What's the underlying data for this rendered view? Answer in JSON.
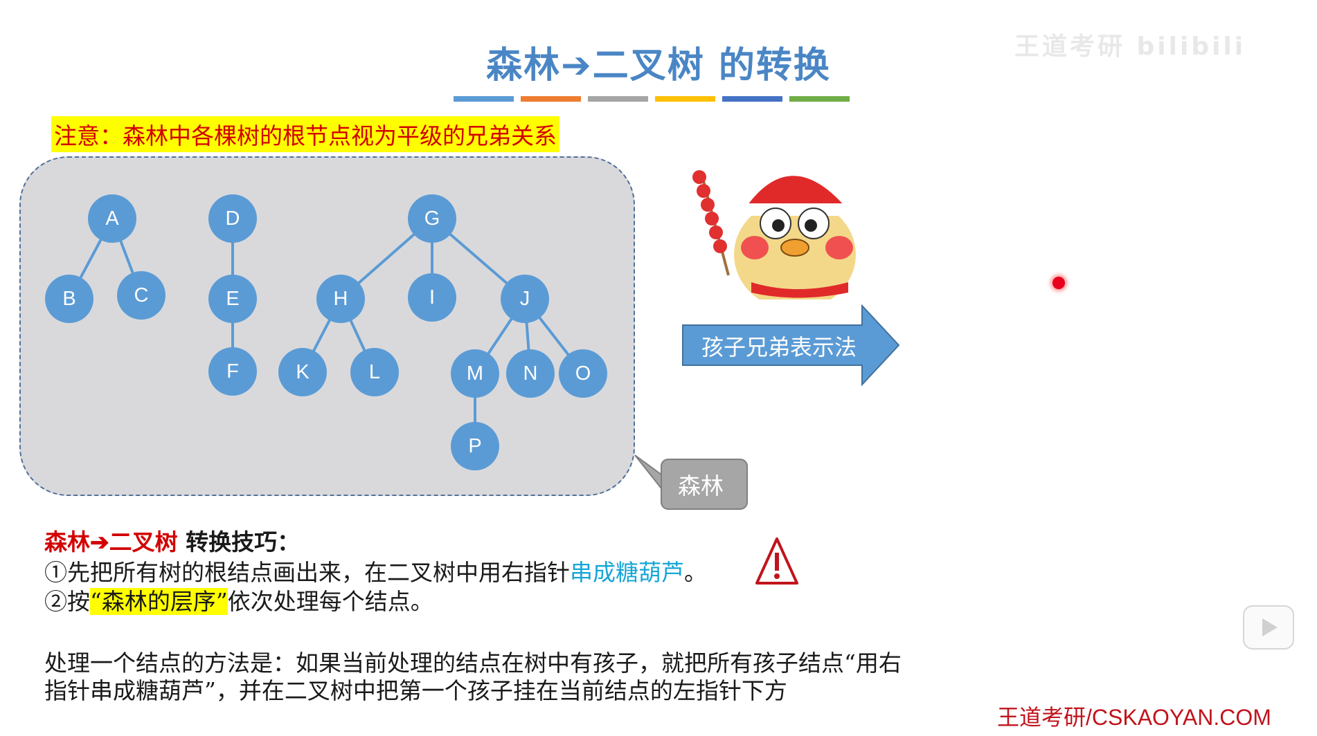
{
  "slide": {
    "title": "森林➔二叉树 的转换",
    "watermark": "王道考研 bilibili",
    "color_bars": [
      "#5b9bd5",
      "#ed7d31",
      "#a5a5a5",
      "#ffc000",
      "#4472c4",
      "#70ad47"
    ],
    "note": "注意：森林中各棵树的根节点视为平级的兄弟关系",
    "forest_label": "森林",
    "arrow_label": "孩子兄弟表示法",
    "nodes": [
      "A",
      "B",
      "C",
      "D",
      "E",
      "F",
      "G",
      "H",
      "I",
      "J",
      "K",
      "L",
      "M",
      "N",
      "O",
      "P"
    ],
    "tips_heading_red": "森林➔二叉树",
    "tips_heading_rest": " 转换技巧：",
    "tip1_prefix": "①先把所有树的根结点画出来，在二叉树中用右指针",
    "tip1_highlight": "串成糖葫芦",
    "tip1_suffix": "。",
    "tip2_prefix": "②按",
    "tip2_highlight": "“森林的层序”",
    "tip2_suffix": "依次处理每个结点。",
    "method_line1": "处理一个结点的方法是：如果当前处理的结点在树中有孩子，就把所有孩子结点“用右",
    "method_line2": "指针串成糖葫芦”，并在二叉树中把第一个孩子挂在当前结点的左指针下方",
    "brand": "王道考研/CSKAOYAN.COM"
  }
}
